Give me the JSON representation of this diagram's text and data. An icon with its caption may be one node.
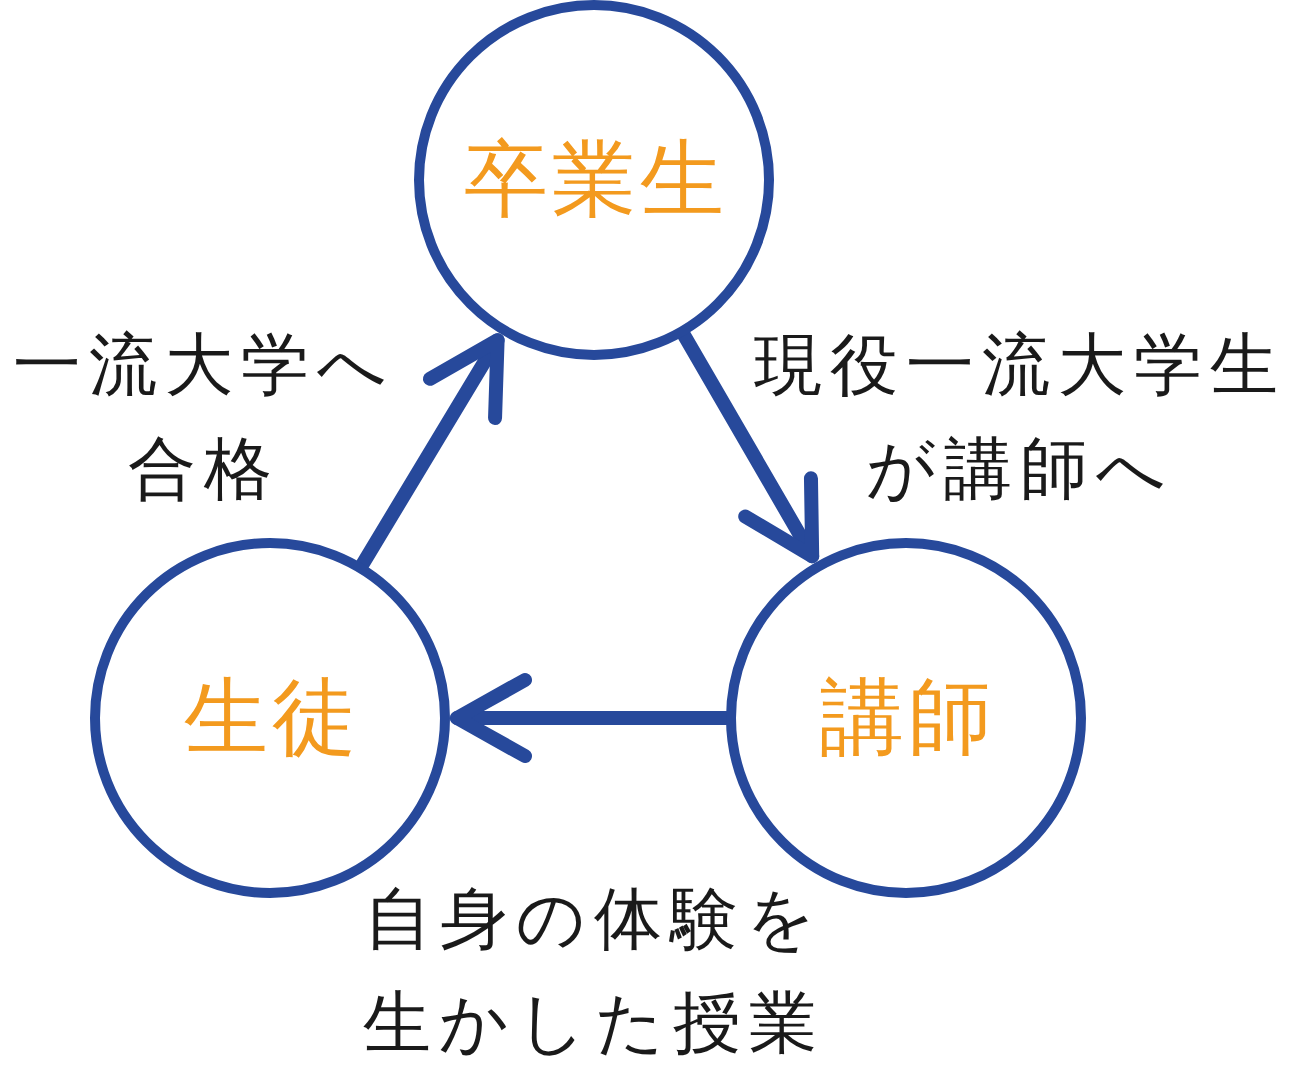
{
  "diagram": {
    "nodes": [
      {
        "text": [
          "卒業生"
        ]
      },
      {
        "text": [
          "講師"
        ]
      },
      {
        "text": [
          "生徒"
        ]
      }
    ],
    "edges": [
      {
        "from": 0,
        "to": 1,
        "arrow": "to",
        "label": "現役一流大学生が講師へ"
      },
      {
        "from": 1,
        "to": 2,
        "arrow": "to",
        "label": "自身の体験を生かした授業"
      },
      {
        "from": 2,
        "to": 0,
        "arrow": "to",
        "label": "一流大学へ合格"
      }
    ]
  }
}
